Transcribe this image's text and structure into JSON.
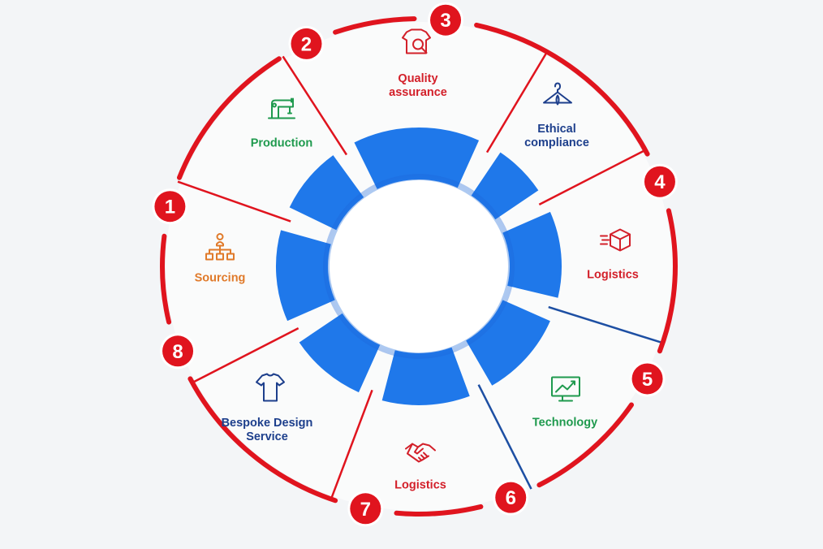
{
  "colors": {
    "ring_red": "#e0141e",
    "divider_blue": "#1d4fa3",
    "hub_blue": "#1f78ea",
    "orange": "#e07a2a",
    "green": "#1f9a4e",
    "navy": "#1d3f8c",
    "red_text": "#d3202a"
  },
  "segments": [
    {
      "number": "1",
      "label": "Sourcing",
      "label_color": "#e07a2a",
      "icon": "org-chart-icon"
    },
    {
      "number": "2",
      "label": "Production",
      "label_color": "#1f9a4e",
      "icon": "sewing-machine-icon"
    },
    {
      "number": "3",
      "label": "Quality\nassurance",
      "label_color": "#d3202a",
      "icon": "shirt-inspection-icon"
    },
    {
      "number": "4",
      "label": "Ethical\ncompliance",
      "label_color": "#1d3f8c",
      "icon": "hanger-icon"
    },
    {
      "number": "5",
      "label": "Logistics",
      "label_color": "#d3202a",
      "icon": "delivery-box-icon"
    },
    {
      "number": "6",
      "label": "Technology",
      "label_color": "#1f9a4e",
      "icon": "monitor-chart-icon"
    },
    {
      "number": "7",
      "label": "Logistics",
      "label_color": "#d3202a",
      "icon": "handshake-icon"
    },
    {
      "number": "8",
      "label": "Bespoke Design\nService",
      "label_color": "#1d3f8c",
      "icon": "tshirt-icon"
    }
  ]
}
